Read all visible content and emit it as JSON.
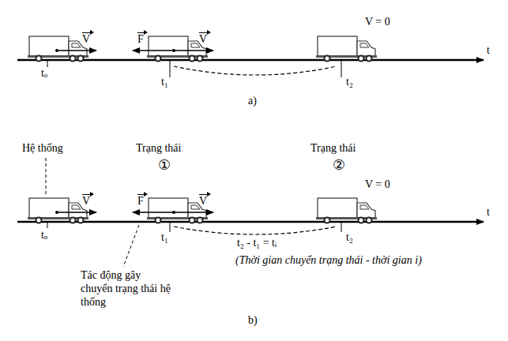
{
  "diagram": {
    "labels": [
      "V",
      "F",
      "V",
      "V = 0",
      "t",
      "tₒ",
      "t₁",
      "t₂",
      "a)",
      "Hệ thống",
      "Trạng thái",
      "①",
      "Trạng thái",
      "②",
      "V",
      "F",
      "V",
      "V = 0",
      "t",
      "tₒ",
      "t₁",
      "t₂ - t₁ = tᵢ",
      "t₂",
      "(Thời gian chuyển trạng thái - thời gian i)",
      "Tác động gây chuyển trạng thái hệ thống",
      "b)"
    ]
  }
}
